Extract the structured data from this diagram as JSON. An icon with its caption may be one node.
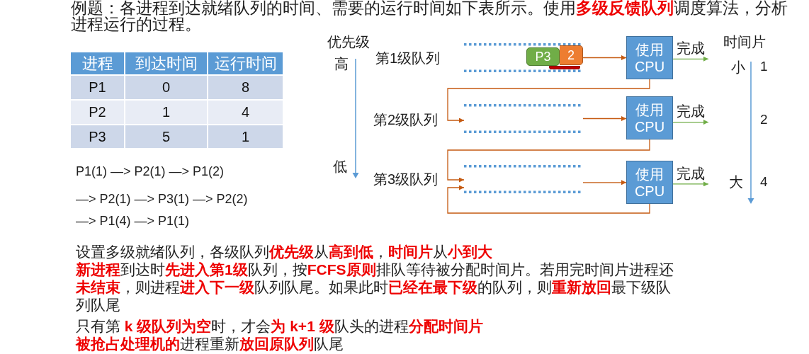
{
  "diagram": {
    "title": "例题：各进程到达就绪队列的时间、需要的运行时间如下表所示。使用**多级反馈队列**调度算法，分析进程运行的过程。",
    "nodes": [
      {
        "text": [],
        "shape": "bar",
        "beside": [
          "第1级队列"
        ]
      },
      {
        "text": [
          "P3"
        ],
        "in": 0
      },
      {
        "text": [
          "2"
        ],
        "in": 0
      },
      {
        "text": [],
        "shape": "box",
        "in": 0
      },
      {
        "text": [
          "使用CPU"
        ]
      },
      {
        "text": [],
        "shape": "bar",
        "beside": [
          "第2级队列"
        ]
      },
      {
        "text": [
          "使用CPU"
        ]
      },
      {
        "text": [],
        "shape": "bar",
        "beside": [
          "第3级队列"
        ]
      },
      {
        "text": [
          "使用CPU"
        ]
      }
    ],
    "edges": [
      {
        "from": 0,
        "to": 4,
        "arrow": "to"
      },
      {
        "from": 4,
        "to": null,
        "arrow": "to",
        "label": "完成",
        "color": "#70ad47"
      },
      {
        "from": 4,
        "to": 5,
        "arrow": "to"
      },
      {
        "from": 5,
        "to": 6,
        "arrow": "to"
      },
      {
        "from": 6,
        "to": null,
        "arrow": "to",
        "label": "完成",
        "color": "#70ad47"
      },
      {
        "from": 6,
        "to": 7,
        "arrow": "to"
      },
      {
        "from": 7,
        "to": 8,
        "arrow": "to"
      },
      {
        "from": 8,
        "to": null,
        "arrow": "to",
        "label": "完成",
        "color": "#70ad47"
      },
      {
        "from": 8,
        "to": 7,
        "arrow": "to"
      }
    ],
    "labels": [
      "进程",
      "到达时间",
      "运行时间",
      "P1",
      "0",
      "8",
      "P2",
      "1",
      "4",
      "P3",
      "5",
      "1",
      "P1(1) —> P2(1) —> P1(2)",
      "—> P2(1) —> P3(1) —> P2(2)",
      "—> P1(4) —> P1(1)",
      "优先级",
      "高",
      "低",
      "时间片",
      "小",
      "1",
      "2",
      "大",
      "4",
      "设置多级就绪队列，各级队列**优先级**从**高到低**，**时间片**从**小到大**",
      "**新进程**到达时**先进入第1级**队列，按**FCFS原则**排队等待被分配时间片。若用完时间片进程还**未结束**，则进程**进入下一级**队列队尾。如果此时**已经在最下级**的队列，则**重新放回**最下级队列队尾",
      "只有第 **k 级队列为空**时，才会**为 k+1 级**队头的进程**分配时间片**",
      "**被抢占处理机的**进程重新**放回原队列**队尾"
    ]
  }
}
